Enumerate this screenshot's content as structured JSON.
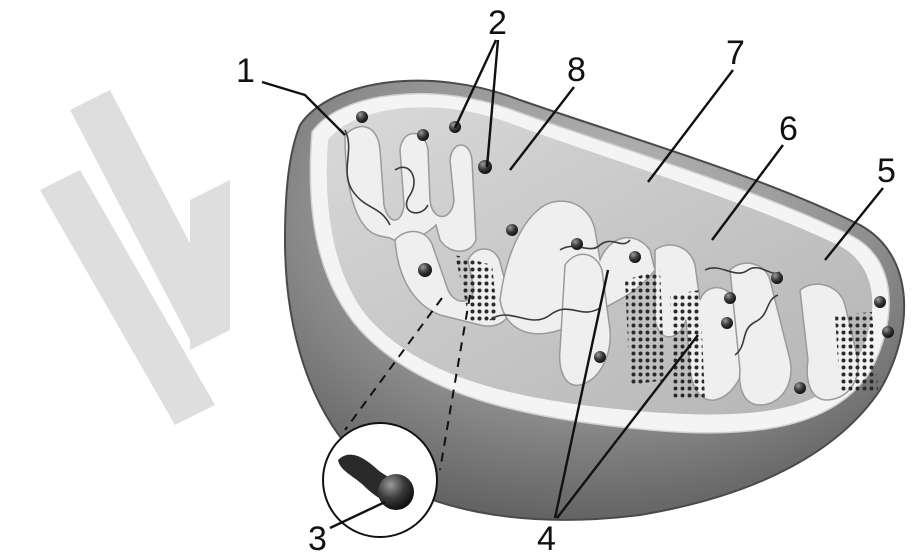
{
  "diagram": {
    "labels": [
      "1",
      "2",
      "3",
      "4",
      "5",
      "6",
      "7",
      "8"
    ]
  },
  "colors": {
    "watermark": "#dcdcdc",
    "outer_membrane": "#8a8a8a",
    "inner_membrane": "#e9e9e9",
    "matrix": "#c9c9c9",
    "ink": "#111111"
  },
  "icons": {
    "watermark": "watermark-n-icon",
    "particle": "atp-synthase-particle-icon"
  }
}
